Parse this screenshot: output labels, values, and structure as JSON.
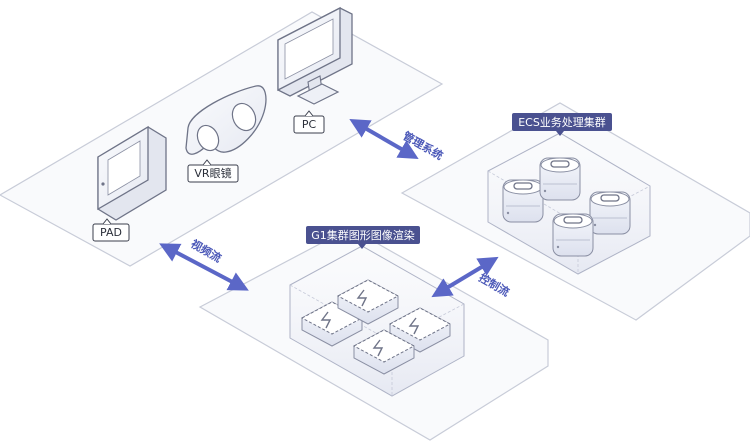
{
  "devices": {
    "pad": "PAD",
    "vr": "VR眼镜",
    "pc": "PC"
  },
  "clusters": {
    "ecs": "ECS业务处理集群",
    "g1": "G1集群图形图像渲染"
  },
  "flows": {
    "management": "管理系统",
    "video": "视频流",
    "control": "控制流"
  },
  "colors": {
    "accent": "#5b67c7",
    "tag_bg": "#4a5190",
    "panel_stroke": "#c8ccd8"
  }
}
